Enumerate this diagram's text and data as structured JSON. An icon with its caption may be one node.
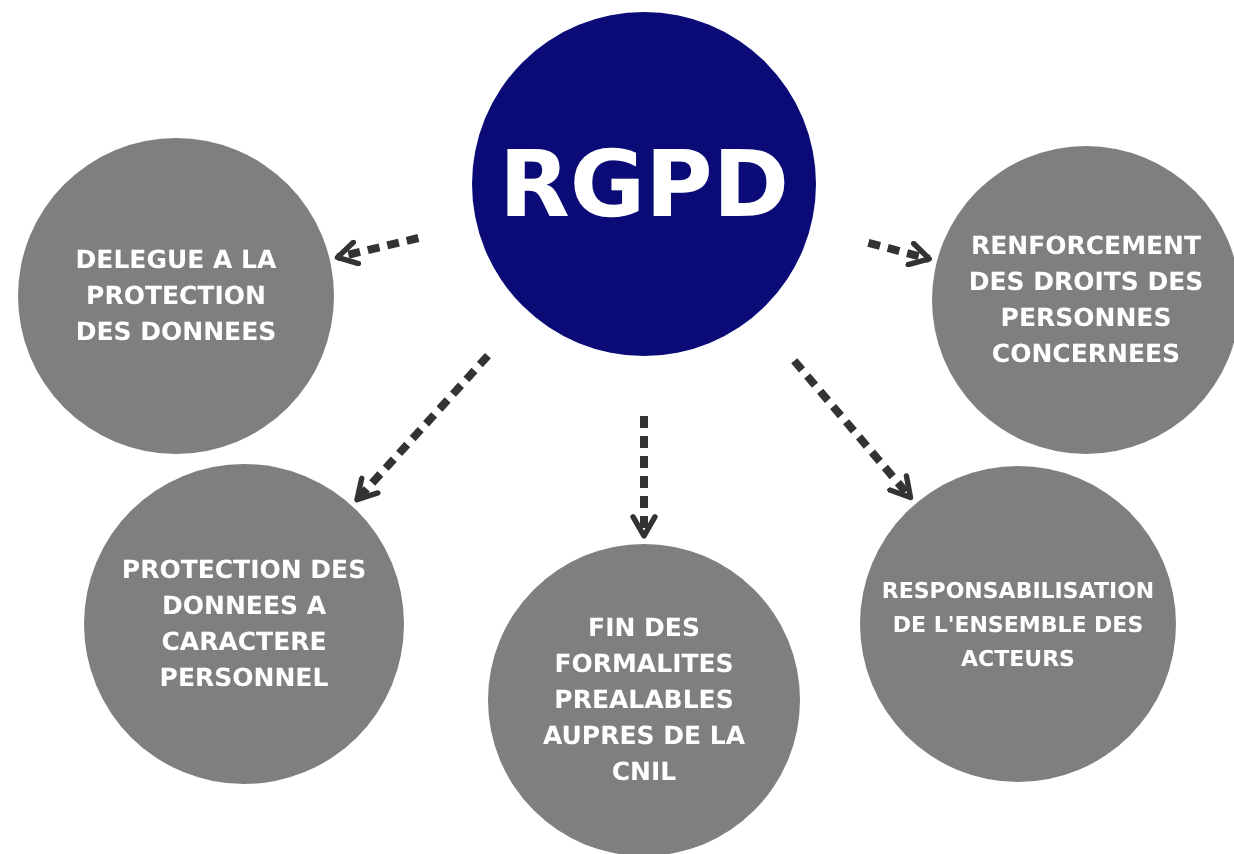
{
  "diagram": {
    "nodes": [
      {
        "text": [
          "RGPD"
        ]
      },
      {
        "text": [
          "DELEGUE A LA PROTECTION DES DONNEES"
        ]
      },
      {
        "text": [
          "RENFORCEMENT DES DROITS DES PERSONNES CONCERNEES"
        ]
      },
      {
        "text": [
          "PROTECTION DES DONNEES A CARACTERE PERSONNEL"
        ]
      },
      {
        "text": [
          "FIN DES FORMALITES PREALABLES AUPRES DE LA CNIL"
        ]
      },
      {
        "text": [
          "RESPONSABILISATION DE L'ENSEMBLE DES ACTEURS"
        ]
      }
    ],
    "edges": [
      {
        "from": 0,
        "to": 1,
        "arrow": "to",
        "style": "dashed"
      },
      {
        "from": 0,
        "to": 2,
        "arrow": "to",
        "style": "dashed"
      },
      {
        "from": 0,
        "to": 3,
        "arrow": "to",
        "style": "dashed"
      },
      {
        "from": 0,
        "to": 4,
        "arrow": "to",
        "style": "dashed"
      },
      {
        "from": 0,
        "to": 5,
        "arrow": "to",
        "style": "dashed"
      }
    ]
  }
}
